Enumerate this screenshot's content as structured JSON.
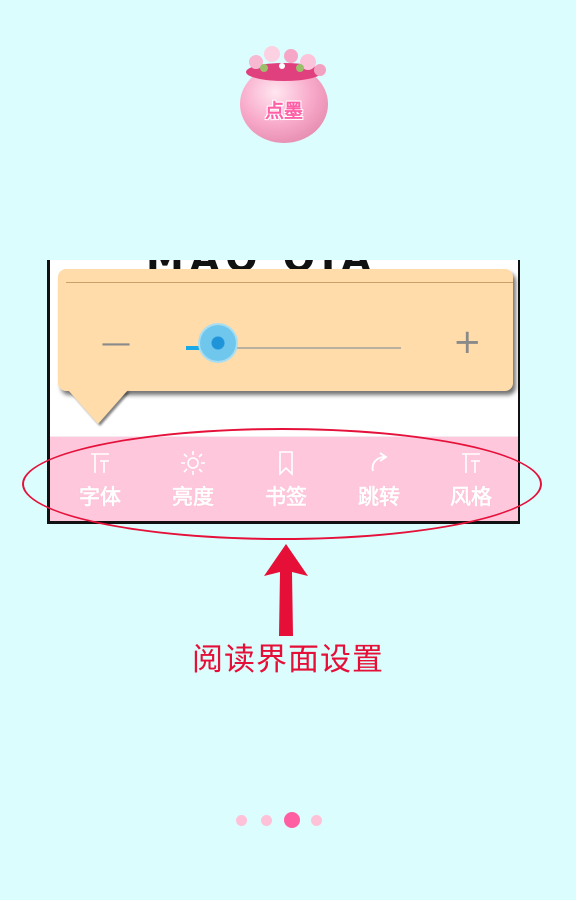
{
  "logo": {
    "text": "点墨"
  },
  "reader_screenshot": {
    "top_text": "MAO QIA",
    "popup": {
      "minus_symbol": "—",
      "plus_symbol": "+",
      "brightness_level_percent": 15
    },
    "toolbar": {
      "items": [
        {
          "label": "字体",
          "icon": "font-icon"
        },
        {
          "label": "亮度",
          "icon": "brightness-icon"
        },
        {
          "label": "书签",
          "icon": "bookmark-icon"
        },
        {
          "label": "跳转",
          "icon": "jump-icon"
        },
        {
          "label": "风格",
          "icon": "style-icon"
        }
      ]
    }
  },
  "caption": "阅读界面设置",
  "pager": {
    "count": 4,
    "active_index": 2
  },
  "colors": {
    "background": "#dbfdfd",
    "accent": "#e60f38",
    "toolbar": "#ffc7dc",
    "popup": "#ffdcaa"
  }
}
